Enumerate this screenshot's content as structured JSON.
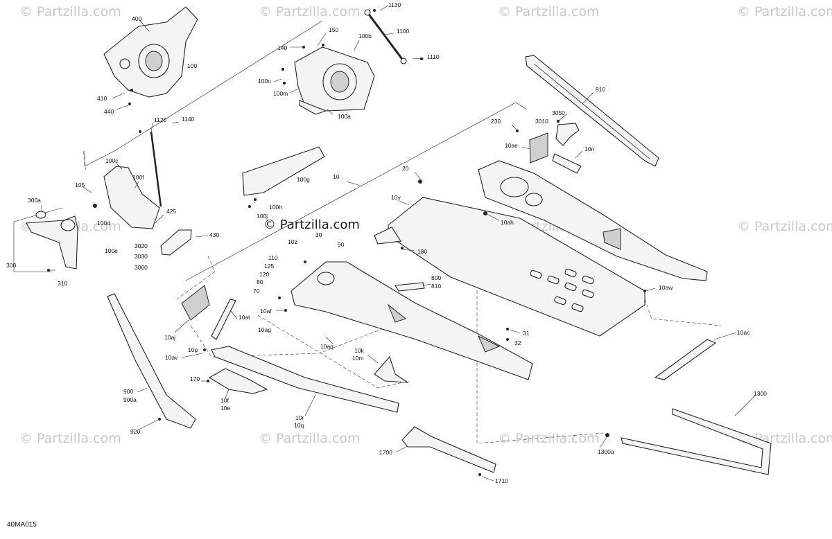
{
  "diagram_code": "40MA015",
  "watermark_text": "© Partzilla.com",
  "center_watermark_text": "© Partzilla.com",
  "part_labels": [
    "400",
    "150",
    "100b",
    "1130",
    "1100",
    "1110",
    "140",
    "100",
    "100n",
    "100m",
    "100a",
    "410",
    "440",
    "1120",
    "1140",
    "910",
    "3050",
    "3010",
    "230",
    "10ae",
    "10n",
    "100c",
    "105",
    "100f",
    "100g",
    "100h",
    "100j",
    "20",
    "10",
    "10y",
    "10ah",
    "300a",
    "100d",
    "425",
    "430",
    "3020",
    "3030",
    "3000",
    "100e",
    "300",
    "310",
    "110",
    "125",
    "120",
    "80",
    "70",
    "10z",
    "30",
    "90",
    "180",
    "800",
    "810",
    "10aw",
    "10at",
    "10aj",
    "10af",
    "10ag",
    "10aq",
    "10k",
    "10m",
    "31",
    "32",
    "10ac",
    "10av",
    "10p",
    "170",
    "10f",
    "10e",
    "10r",
    "10q",
    "900",
    "900a",
    "920",
    "1300",
    "1300a",
    "1700",
    "1710"
  ]
}
